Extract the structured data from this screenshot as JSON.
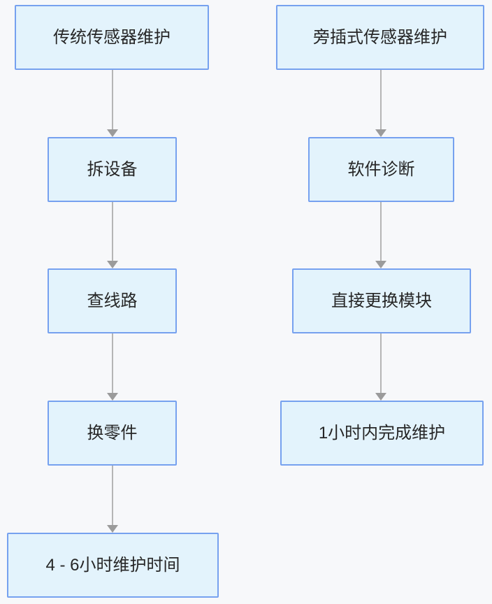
{
  "flowchart": {
    "type": "flowchart",
    "columns": [
      {
        "steps": [
          "传统传感器维护",
          "拆设备",
          "查线路",
          "换零件",
          "4 - 6小时维护时间"
        ]
      },
      {
        "steps": [
          "旁插式传感器维护",
          "软件诊断",
          "直接更换模块",
          "1小时内完成维护"
        ]
      }
    ],
    "colors": {
      "background": "#f7f8fa",
      "node_fill": "#e3f3fc",
      "node_border": "#76a1ef",
      "arrow_line": "#b5b5b5",
      "arrow_head": "#9b9b9b",
      "text": "#262626"
    }
  }
}
